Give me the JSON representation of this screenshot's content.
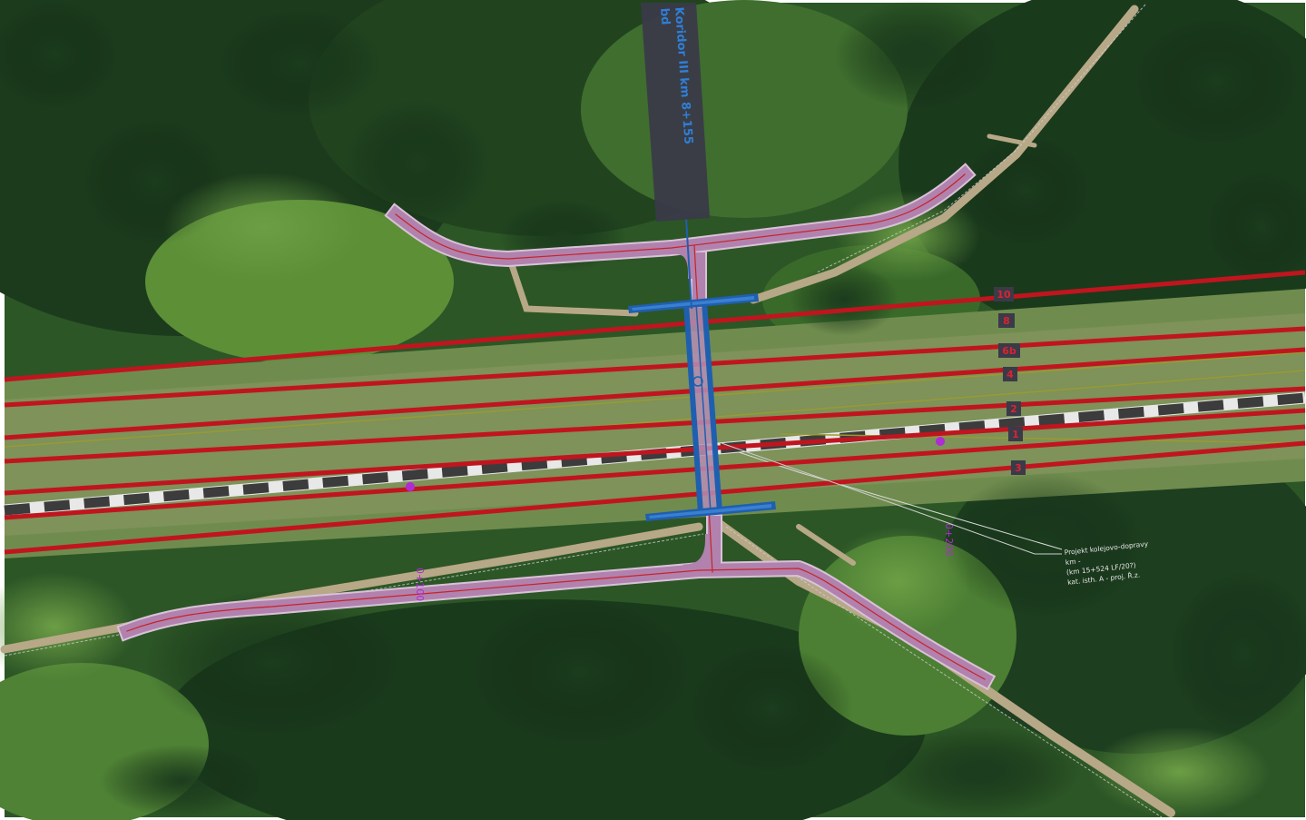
{
  "map": {
    "colors": {
      "forest_dark": "#14301a",
      "forest_mid": "#2a5a2a",
      "meadow": "#5a8f3a",
      "path": "#b9a88a",
      "rail": "#c0151f",
      "road_fill": "#b88db2",
      "road_center": "#c8222a",
      "bridge": "#1f5fb0",
      "chainage": "#b12ad6",
      "label_box": "#3a3a48"
    },
    "bridge_label": {
      "line1": "Koridor III km 8+155",
      "line2": "bd"
    },
    "track_labels": [
      "10",
      "8",
      "6b",
      "4",
      "2",
      "1",
      "3"
    ],
    "chainages": [
      "0+100",
      "0+200"
    ],
    "annotation": {
      "line1": "Projekt kolejovo-dopravy",
      "line2": "km -",
      "line3": "(km 15+524 LF/20?)",
      "line4": "kat.     isth. A - proj. Ř.z."
    }
  }
}
